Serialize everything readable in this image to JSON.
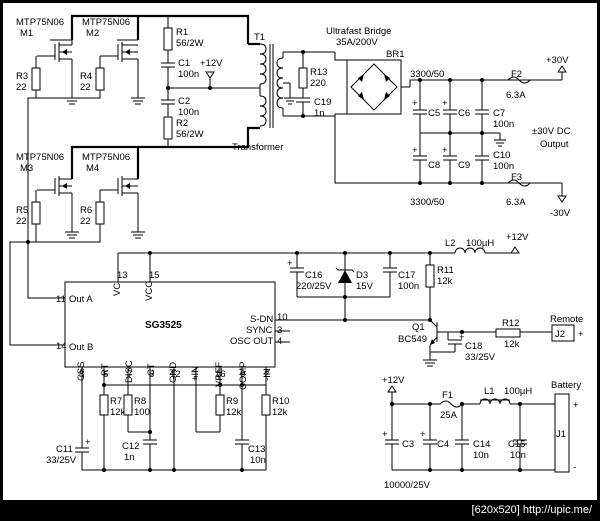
{
  "components": {
    "m1": {
      "part": "MTP75N06",
      "ref": "M1"
    },
    "m2": {
      "part": "MTP75N06",
      "ref": "M2"
    },
    "m3": {
      "part": "MTP75N06",
      "ref": "M3"
    },
    "m4": {
      "part": "MTP75N06",
      "ref": "M4"
    },
    "r3": {
      "ref": "R3",
      "value": "22"
    },
    "r4": {
      "ref": "R4",
      "value": "22"
    },
    "r5": {
      "ref": "R5",
      "value": "22"
    },
    "r6": {
      "ref": "R6",
      "value": "22"
    },
    "r1": {
      "ref": "R1",
      "value": "56/2W"
    },
    "r2": {
      "ref": "R2",
      "value": "56/2W"
    },
    "c1": {
      "ref": "C1",
      "value": "100n"
    },
    "c2": {
      "ref": "C2",
      "value": "100n"
    },
    "supply12_top": "+12V",
    "t1": {
      "ref": "T1",
      "label": "Transformer"
    },
    "r13": {
      "ref": "R13",
      "value": "220"
    },
    "c19": {
      "ref": "C19",
      "value": "1n"
    },
    "br1": {
      "title": "Ultrafast Bridge",
      "rating": "35A/200V",
      "ref": "BR1"
    },
    "cap_top": "3300/50",
    "cap_bottom": "3300/50",
    "c5": "C5",
    "c6": "C6",
    "c8": "C8",
    "c9": "C9",
    "c7": {
      "ref": "C7",
      "value": "100n"
    },
    "c10": {
      "ref": "C10",
      "value": "100n"
    },
    "f2": {
      "ref": "F2",
      "value": "6.3A"
    },
    "f3": {
      "ref": "F3",
      "value": "6.3A"
    },
    "out_pos": "+30V",
    "out_neg": "-30V",
    "output_label": "±30V DC",
    "output_word": "Output",
    "l2": {
      "ref": "L2",
      "value": "100µH"
    },
    "supply12_mid": "+12V",
    "c16": {
      "ref": "C16",
      "value": "220/25V"
    },
    "d3": {
      "ref": "D3",
      "value": "15V"
    },
    "c17": {
      "ref": "C17",
      "value": "100n"
    },
    "r11": {
      "ref": "R11",
      "value": "12k"
    },
    "ic": {
      "name": "SG3525",
      "outa": "Out A",
      "outb": "Out B",
      "sdn": "S-DN",
      "sync": "SYNC",
      "oscout": "OSC OUT",
      "vc": "VC",
      "vcc": "VCC",
      "css": "CSS",
      "rt": "RT",
      "disc": "DISC",
      "ct": "CT",
      "gnd": "GND",
      "inp": "+IN",
      "vref": "VREF",
      "comp": "COMP",
      "inn": "-IN"
    },
    "pins": {
      "p11": "11",
      "p14": "14",
      "p13": "13",
      "p15": "15",
      "p10": "10",
      "p3": "3",
      "p4": "4",
      "p8": "8",
      "p6": "6",
      "p7": "7",
      "p5": "5",
      "p12": "12",
      "p1": "1",
      "p16": "16",
      "p9": "9",
      "p2": "2"
    },
    "q1": {
      "ref": "Q1",
      "part": "BC549"
    },
    "c18": {
      "ref": "C18",
      "value": "33/25V"
    },
    "r12": {
      "ref": "R12",
      "value": "12k"
    },
    "remote": {
      "label": "Remote",
      "ref": "J2",
      "plus": "+"
    },
    "r7": {
      "ref": "R7",
      "value": "12k"
    },
    "r8": {
      "ref": "R8",
      "value": "100"
    },
    "r9": {
      "ref": "R9",
      "value": "12k"
    },
    "r10": {
      "ref": "R10",
      "value": "12k"
    },
    "c11": {
      "ref": "C11",
      "value": "33/25V"
    },
    "c12": {
      "ref": "C12",
      "value": "1n"
    },
    "c13": {
      "ref": "C13",
      "value": "10n"
    },
    "supply12_bot": "+12V",
    "f1": {
      "ref": "F1",
      "value": "25A"
    },
    "l1": {
      "ref": "L1",
      "value": "100µH"
    },
    "battery": {
      "label": "Battery",
      "ref": "J1",
      "plus": "+",
      "minus": "-"
    },
    "c3": {
      "ref": "C3",
      "value": "10000/25V"
    },
    "c4": "C4",
    "c14": {
      "ref": "C14",
      "value": "10n"
    },
    "c15": {
      "ref": "C15",
      "value": "10n"
    }
  },
  "footer": "[620x520] http://upic.me/"
}
